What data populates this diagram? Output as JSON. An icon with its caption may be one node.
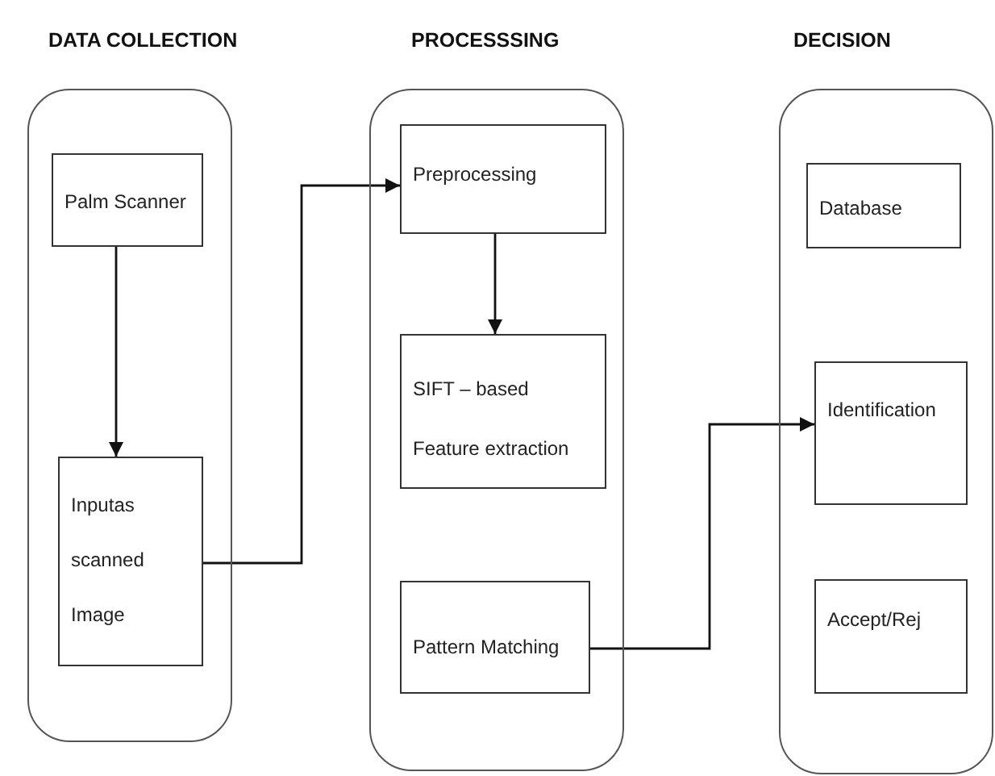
{
  "diagram": {
    "nodes": [
      {
        "text": [
          "DATA COLLECTION"
        ]
      },
      {
        "text": [
          "Palm Scanner"
        ],
        "in": 0
      },
      {
        "text": [
          "Inputas scanned Image"
        ],
        "in": 0
      },
      {
        "text": [
          "PROCESSSING"
        ]
      },
      {
        "text": [
          "Preprocessing"
        ],
        "in": 3
      },
      {
        "text": [
          "SIFT – based Feature extraction"
        ],
        "in": 3
      },
      {
        "text": [
          "Pattern Matching"
        ],
        "in": 3
      },
      {
        "text": [
          "DECISION"
        ]
      },
      {
        "text": [
          "Database"
        ],
        "in": 7
      },
      {
        "text": [
          "Identification"
        ],
        "in": 7
      },
      {
        "text": [
          "Accept/Rej"
        ],
        "in": 7
      }
    ],
    "edges": [
      {
        "from": 1,
        "to": 2,
        "arrow": "to"
      },
      {
        "from": 2,
        "to": 4,
        "arrow": "to"
      },
      {
        "from": 4,
        "to": 5,
        "arrow": "to"
      },
      {
        "from": 6,
        "to": 9,
        "arrow": "to"
      }
    ]
  }
}
